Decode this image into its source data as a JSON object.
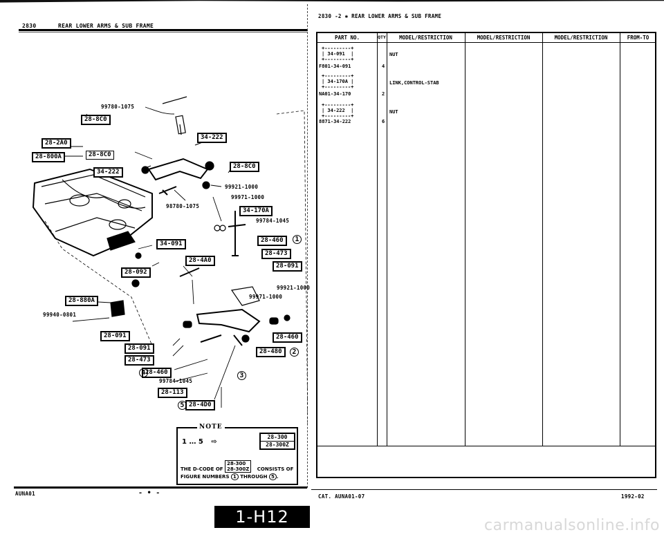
{
  "left_header": {
    "page_code": "2830",
    "title": "REAR LOWER ARMS & SUB FRAME"
  },
  "right_header": {
    "title": "2830  -2 ✱  REAR LOWER ARMS & SUB FRAME"
  },
  "table": {
    "headers": [
      "PART NO.",
      "QTY",
      "MODEL/RESTRICTION",
      "MODEL/RESTRICTION",
      "MODEL/RESTRICTION",
      "FROM-TO"
    ],
    "rows": [
      {
        "box": "+---------+\n| 34-091  |\n+---------+",
        "part_no": "F801-34-091",
        "qty": "4",
        "desc": "NUT"
      },
      {
        "box": "+---------+\n| 34-170A |\n+---------+",
        "part_no": "NA01-34-170",
        "qty": "2",
        "desc": "LINK,CONTROL-STAB"
      },
      {
        "box": "+---------+\n| 34-222  |\n+---------+",
        "part_no": "8871-34-222",
        "qty": "6",
        "desc": "NUT"
      }
    ]
  },
  "diagram": {
    "codes": [
      "28-8C0",
      "28-2A0",
      "28-800A",
      "28-8C0",
      "34-222",
      "34-222",
      "28-8C0",
      "34-170A",
      "34-091",
      "28-4A0",
      "28-092",
      "28-460",
      "28-473",
      "28-091",
      "28-880A",
      "28-091",
      "28-091",
      "28-473",
      "28-460",
      "28-480",
      "28-113",
      "28-4D0"
    ],
    "part_numbers": [
      "99780-1075",
      "99921-1000",
      "99971-1000",
      "98780-1075",
      "99784-1045",
      "99921-1000",
      "99971-1000",
      "99940-0801",
      "99784-1045"
    ],
    "circled": [
      "1",
      "2",
      "3",
      "4",
      "5"
    ]
  },
  "note": {
    "title": "NOTE",
    "line1_range": "1 … 5",
    "arrow": "⇨",
    "codes": [
      "28-300",
      "28-300Z"
    ],
    "sentence_a": "THE D-CODE OF",
    "sentence_b": "CONSISTS OF",
    "sentence_c": "FIGURE NUMBERS",
    "sentence_d": "THROUGH",
    "from_num": "1",
    "to_num": "5"
  },
  "footer": {
    "left": "AUNA01",
    "right_cat": "CAT. AUNA01-07",
    "right_date": "1992-02",
    "page_badge": "1-H12"
  },
  "watermark": "carmanualsonline.info"
}
